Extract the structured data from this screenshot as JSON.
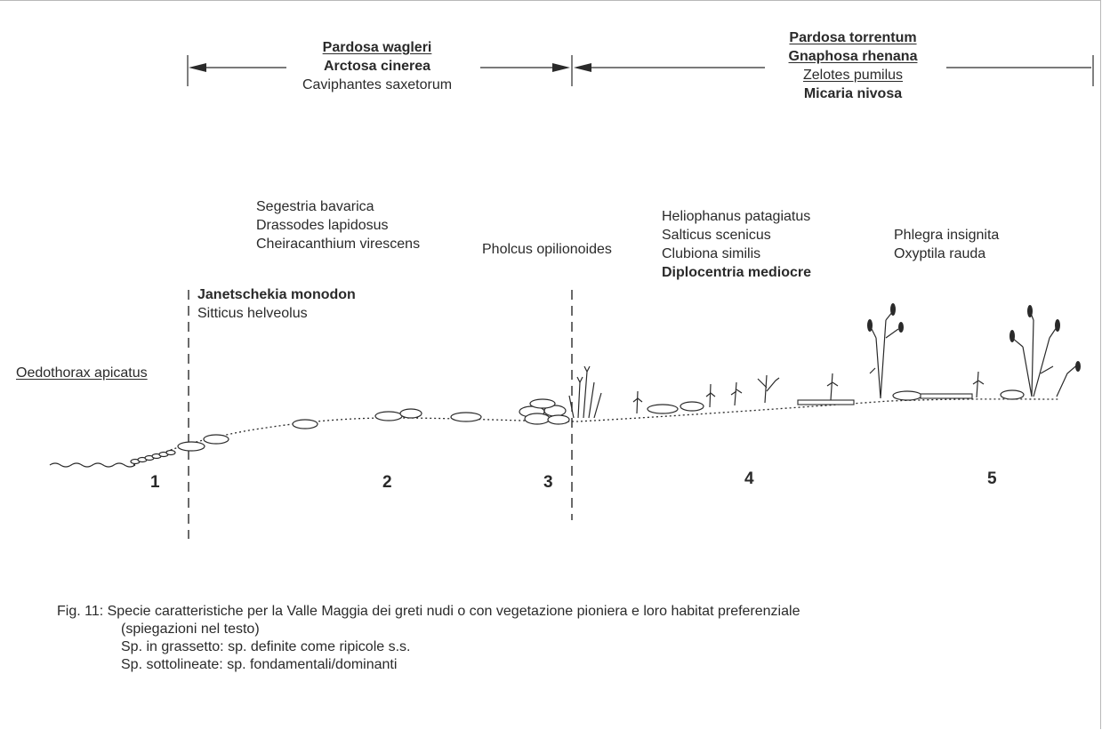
{
  "header": {
    "left_group": [
      {
        "text": "Pardosa wagleri",
        "bold": true,
        "underline": true
      },
      {
        "text": "Arctosa cinerea",
        "bold": true,
        "underline": false
      },
      {
        "text": "Caviphantes saxetorum",
        "bold": false,
        "underline": false
      }
    ],
    "right_group": [
      {
        "text": "Pardosa torrentum",
        "bold": true,
        "underline": true
      },
      {
        "text": "Gnaphosa rhenana",
        "bold": true,
        "underline": true
      },
      {
        "text": "Zelotes pumilus",
        "bold": false,
        "underline": true
      },
      {
        "text": "Micaria nivosa",
        "bold": true,
        "underline": false
      }
    ]
  },
  "species_groups": {
    "zone1": [
      {
        "text": "Oedothorax apicatus",
        "bold": false,
        "underline": true
      }
    ],
    "zone2_lower": [
      {
        "text": "Janetschekia monodon",
        "bold": true,
        "underline": false
      },
      {
        "text": "Sitticus helveolus",
        "bold": false,
        "underline": false
      }
    ],
    "zone2_upper": [
      {
        "text": "Segestria bavarica",
        "bold": false,
        "underline": false
      },
      {
        "text": "Drassodes lapidosus",
        "bold": false,
        "underline": false
      },
      {
        "text": "Cheiracanthium virescens",
        "bold": false,
        "underline": false
      }
    ],
    "zone3": [
      {
        "text": "Pholcus opilionoides",
        "bold": false,
        "underline": false
      }
    ],
    "zone4": [
      {
        "text": "Heliophanus patagiatus",
        "bold": false,
        "underline": false
      },
      {
        "text": "Salticus scenicus",
        "bold": false,
        "underline": false
      },
      {
        "text": "Clubiona similis",
        "bold": false,
        "underline": false
      },
      {
        "text": "Diplocentria mediocre",
        "bold": true,
        "underline": false
      }
    ],
    "zone5": [
      {
        "text": "Phlegra insignita",
        "bold": false,
        "underline": false
      },
      {
        "text": "Oxyptila rauda",
        "bold": false,
        "underline": false
      }
    ]
  },
  "zones": [
    "1",
    "2",
    "3",
    "4",
    "5"
  ],
  "caption": {
    "line1": "Fig. 11: Specie caratteristiche per la Valle Maggia dei greti nudi o con vegetazione pioniera e loro habitat preferenziale",
    "line2": "(spiegazioni nel testo)",
    "line3": "Sp. in grassetto: sp. definite come ripicole s.s.",
    "line4": "Sp. sottolineate: sp. fondamentali/dominanti"
  },
  "colors": {
    "ink": "#2a2a2a",
    "frame": "#b8b8b8"
  }
}
